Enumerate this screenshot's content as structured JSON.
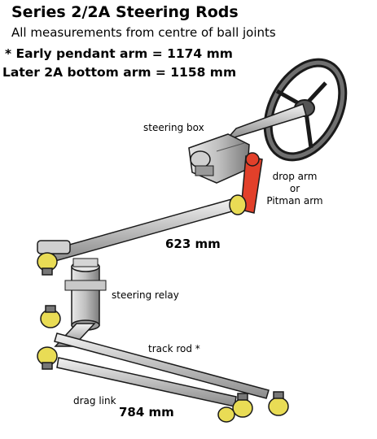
{
  "header": {
    "title": "Series 2/2A Steering Rods",
    "subtitle": "All measurements  from centre of ball joints",
    "note_early": "* Early pendant arm = 1174 mm",
    "note_later": "Later 2A bottom arm = 1158 mm"
  },
  "labels": {
    "steering_box": "steering box",
    "drop_arm": "drop arm",
    "or": "or",
    "pitman_arm": "Pitman arm",
    "steering_relay": "steering relay",
    "track_rod": "track rod *",
    "drag_link": "drag link"
  },
  "measurements": {
    "upper_rod": "623 mm",
    "drag_link": "784 mm"
  },
  "colors": {
    "drop_arm": "#e2402a",
    "ball_joint": "#e9dc55",
    "metal": "#bdbdbd",
    "outline": "#1a1a1a"
  }
}
